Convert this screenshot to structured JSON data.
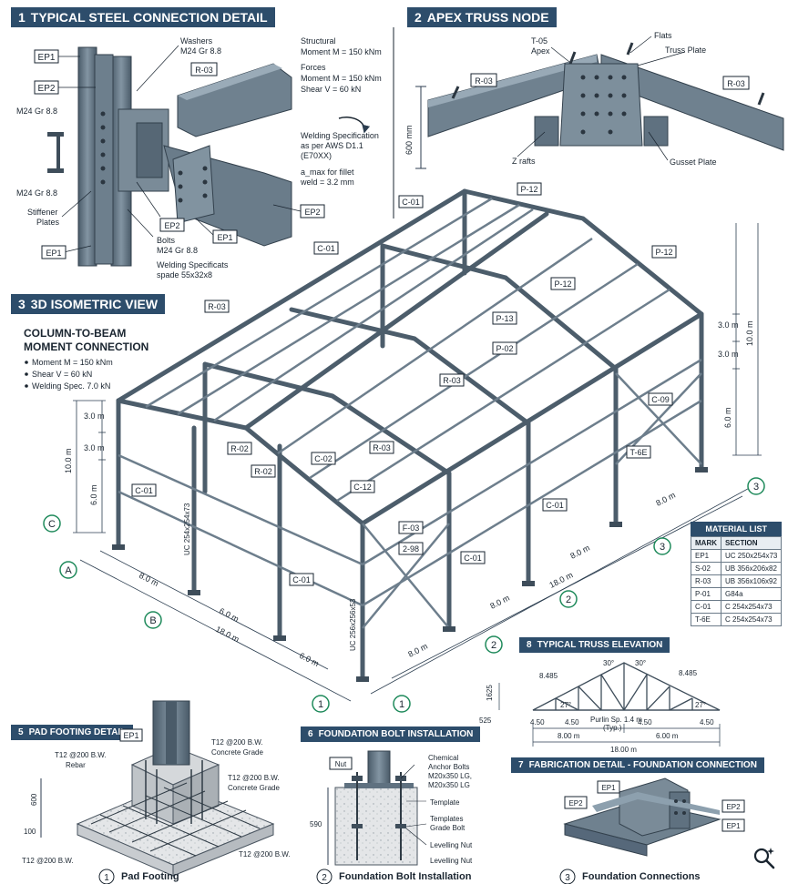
{
  "headers": {
    "h1": {
      "num": "1",
      "title": "TYPICAL STEEL CONNECTION DETAIL"
    },
    "h2": {
      "num": "2",
      "title": "APEX TRUSS NODE"
    },
    "h3": {
      "num": "3",
      "title": "3D ISOMETRIC VIEW"
    },
    "h5": {
      "num": "5",
      "title": "PAD FOOTING DETAIL"
    },
    "h6": {
      "num": "6",
      "title": "FOUNDATION BOLT INSTALLATION"
    },
    "h7": {
      "num": "7",
      "title": "FABRICATION DETAIL - FOUNDATION CONNECTION"
    },
    "h8": {
      "num": "8",
      "title": "TYPICAL TRUSS ELEVATION"
    }
  },
  "connection_detail": {
    "washers": [
      "Washers",
      "M24 Gr 8.8"
    ],
    "structural": [
      "Structural",
      "Moment M = 150 kNm"
    ],
    "forces": [
      "Forces",
      "Moment M = 150 kNm",
      "Shear V = 60 kN"
    ],
    "welding_spec": [
      "Welding Specification",
      "as per AWS D1.1",
      "(E70XX)"
    ],
    "fillet": [
      "a_max for fillet",
      "weld = 3.2 mm"
    ],
    "bolt_label_1": "M24 Gr 8.8",
    "bolt_label_2": "M24 Gr 8.8",
    "stiffener": [
      "Stiffener",
      "Plates"
    ],
    "bolts": [
      "Bolts",
      "M24 Gr 8.8"
    ],
    "welding_specificats": [
      "Welding Specificats",
      "spade 55x32x8"
    ],
    "tags": {
      "ep1_top": "EP1",
      "ep2_left": "EP2",
      "r03": "R-03",
      "ep2_mid": "EP2",
      "ep1_mid": "EP1",
      "ep2_right": "EP2",
      "ep1_bottom": "EP1"
    }
  },
  "apex": {
    "t05": [
      "T-05",
      "Apex"
    ],
    "flats": "Flats",
    "truss_plate": "Truss Plate",
    "r03_left": "R-03",
    "r03_right": "R-03",
    "dim": "600 mm",
    "z_rafts": "Z rafts",
    "gusset": "Gusset Plate"
  },
  "isometric": {
    "subtitle": [
      "COLUMN-TO-BEAM",
      "MOMENT CONNECTION"
    ],
    "bullets": [
      "Moment M = 150 kNm",
      "Shear V = 60 kN",
      "Welding Spec. 7.0 kN"
    ],
    "tags": [
      "C-01",
      "P-12",
      "C-01",
      "P-12",
      "R-03",
      "P-12",
      "P-13",
      "P-02",
      "R-03",
      "C-09",
      "R-02",
      "C-02",
      "R-03",
      "T-6E",
      "R-02",
      "C-12",
      "C-01",
      "C-01",
      "F-03",
      "2-98",
      "C-01",
      "C-01"
    ],
    "dims_left": [
      "3.0 m",
      "3.0 m",
      "10.0 m",
      "6.0 m"
    ],
    "dims_right": [
      "3.0 m",
      "3.0 m",
      "10.0 m",
      "6.0 m"
    ],
    "bays_front": [
      "8.0 m",
      "6.0 m",
      "18.0 m",
      "6.0 m"
    ],
    "bays_side": [
      "8.0 m",
      "8.0 m",
      "18.0 m",
      "8.0 m",
      "8.0 m"
    ],
    "column_label": "UC 254x254x73",
    "column_label_2": "UC 256x256x53",
    "grid": [
      "A",
      "B",
      "C",
      "1",
      "1",
      "2",
      "2",
      "3",
      "3"
    ]
  },
  "material_list": {
    "title": "MATERIAL LIST",
    "columns": [
      "MARK",
      "SECTION"
    ],
    "rows": [
      [
        "EP1",
        "UC 250x254x73"
      ],
      [
        "S-02",
        "UB 356x206x82"
      ],
      [
        "R-03",
        "UB 356x106x92"
      ],
      [
        "P-01",
        "G84a"
      ],
      [
        "C-01",
        "C 254x254x73"
      ],
      [
        "T-6E",
        "C 254x254x73"
      ]
    ]
  },
  "truss_elev": {
    "top": [
      "8.485",
      "30°",
      "30°",
      "8.485"
    ],
    "angles": [
      "27°",
      "27°"
    ],
    "heights": [
      "1625",
      "525"
    ],
    "purlin": [
      "Purlin Sp. 1.4 m",
      "(Typ.)"
    ],
    "panels": [
      "4.50",
      "4.50",
      "4.50",
      "4.50"
    ],
    "halves": [
      "8.00 m",
      "6.00 m"
    ],
    "total": "18.00 m"
  },
  "pad": {
    "tag": "EP1",
    "labels": [
      "T12 @200 B.W.",
      "Rebar",
      "T12 @200 B.W.",
      "Concrete Grade",
      "T12 @200 B.W.",
      "Concrete Grade",
      "T12 @200 B.W.",
      "T12 @200 B.W."
    ],
    "dims": [
      "600",
      "100"
    ],
    "caption_num": "1",
    "caption": "Pad Footing"
  },
  "bolt": {
    "nut": "Nut",
    "labels": [
      "Chemical",
      "Anchor Bolts",
      "M20x350 LG,",
      "M20x350 LG",
      "Template",
      "Templates",
      "Grade Bolt",
      "Levelling Nut",
      "Levelling Nut"
    ],
    "dim": "590",
    "caption_num": "2",
    "caption": "Foundation Bolt Installation"
  },
  "fab": {
    "tags": [
      "EP1",
      "EP2",
      "EP2",
      "EP1"
    ],
    "caption_num": "3",
    "caption": "Foundation Connections"
  },
  "colors": {
    "steel": "#5f7180",
    "steel_dark": "#3e4d5a",
    "header": "#2d4d6b",
    "dim": "#2c3e50",
    "grid_circle": "#1f8a5b"
  }
}
